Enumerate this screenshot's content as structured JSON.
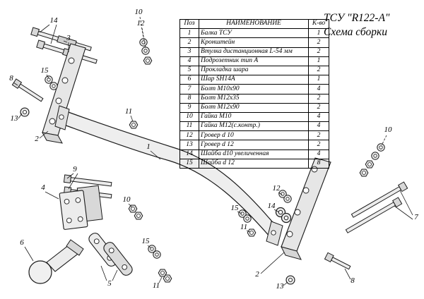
{
  "title": {
    "line1": "ТСУ \"R122-A\"",
    "line2": "Схема сборки"
  },
  "table": {
    "headers": {
      "pos": "Поз",
      "name": "НАИМЕНОВАНИЕ",
      "qty": "К-во"
    },
    "rows": [
      {
        "pos": "1",
        "name": "Балка ТСУ",
        "qty": "1"
      },
      {
        "pos": "2",
        "name": "Кронштейн",
        "qty": "2"
      },
      {
        "pos": "3",
        "name": "Втулка дистанционная L-54 мм",
        "qty": "2"
      },
      {
        "pos": "4",
        "name": "Подрозетник тип А",
        "qty": "1"
      },
      {
        "pos": "5",
        "name": "Прокладка шара",
        "qty": "2"
      },
      {
        "pos": "6",
        "name": "Шар SH14A",
        "qty": "1"
      },
      {
        "pos": "7",
        "name": "Болт  М10х90",
        "qty": "4"
      },
      {
        "pos": "8",
        "name": "Болт М12х35",
        "qty": "2"
      },
      {
        "pos": "9",
        "name": "Болт М12х90",
        "qty": "2"
      },
      {
        "pos": "10",
        "name": "Гайка М10",
        "qty": "4"
      },
      {
        "pos": "11",
        "name": "Гайка М12(с.контр.)",
        "qty": "4"
      },
      {
        "pos": "12",
        "name": "Гровер d 10",
        "qty": "2"
      },
      {
        "pos": "13",
        "name": "Гровер d 12",
        "qty": "2"
      },
      {
        "pos": "14",
        "name": "Шайба d10 увеличенная",
        "qty": "4"
      },
      {
        "pos": "15",
        "name": "Шайба d 12",
        "qty": "8"
      }
    ]
  },
  "callouts": [
    "10",
    "14",
    "3",
    "12",
    "8",
    "15",
    "13",
    "2",
    "11",
    "1",
    "9",
    "4",
    "10",
    "6",
    "5",
    "15",
    "11",
    "10",
    "12",
    "14",
    "15",
    "11",
    "2",
    "13",
    "7",
    "8"
  ]
}
